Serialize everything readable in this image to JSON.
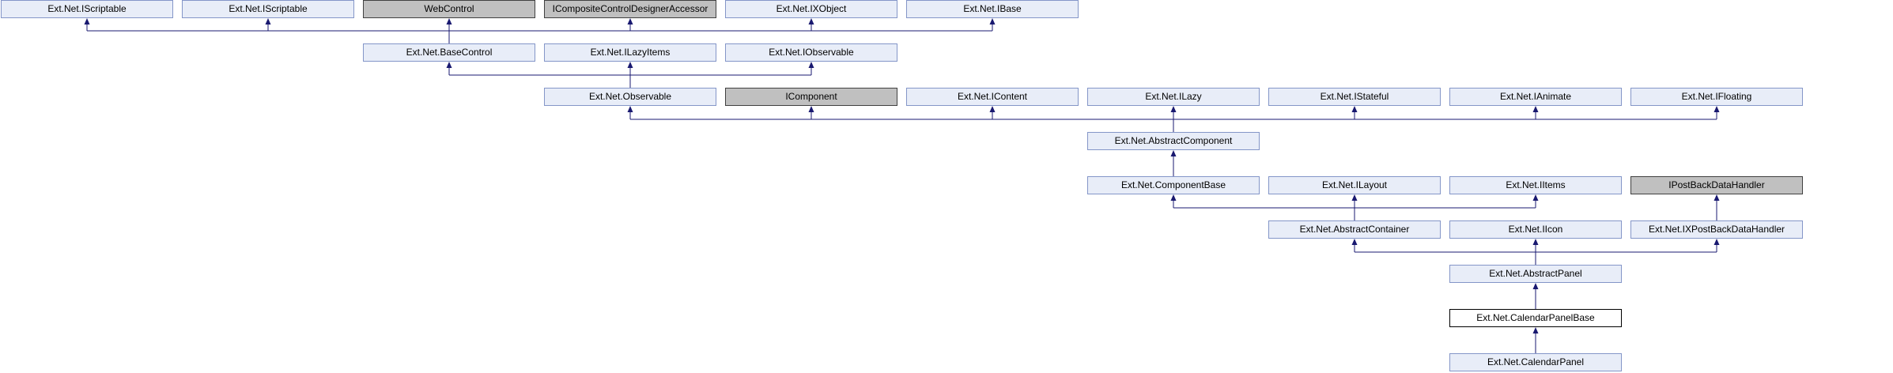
{
  "diagram": {
    "type": "class-inheritance-graph",
    "colors": {
      "node_fill": "#e8edf8",
      "node_border": "#8496c8",
      "external_fill": "#c0c0c0",
      "external_border": "#404040",
      "current_fill": "#ffffff",
      "current_border": "#000000",
      "edge": "#191970"
    },
    "nodes": [
      {
        "id": "n1",
        "label": "Ext.Net.IScriptable",
        "kind": "normal"
      },
      {
        "id": "n2",
        "label": "Ext.Net.IScriptable",
        "kind": "normal"
      },
      {
        "id": "n3",
        "label": "WebControl",
        "kind": "external"
      },
      {
        "id": "n4",
        "label": "ICompositeControlDesignerAccessor",
        "kind": "external"
      },
      {
        "id": "n5",
        "label": "Ext.Net.IXObject",
        "kind": "normal"
      },
      {
        "id": "n6",
        "label": "Ext.Net.IBase",
        "kind": "normal"
      },
      {
        "id": "n7",
        "label": "Ext.Net.BaseControl",
        "kind": "normal"
      },
      {
        "id": "n8",
        "label": "Ext.Net.ILazyItems",
        "kind": "normal"
      },
      {
        "id": "n9",
        "label": "Ext.Net.IObservable",
        "kind": "normal"
      },
      {
        "id": "n10",
        "label": "Ext.Net.Observable",
        "kind": "normal"
      },
      {
        "id": "n11",
        "label": "IComponent",
        "kind": "external"
      },
      {
        "id": "n12",
        "label": "Ext.Net.IContent",
        "kind": "normal"
      },
      {
        "id": "n13",
        "label": "Ext.Net.ILazy",
        "kind": "normal"
      },
      {
        "id": "n14",
        "label": "Ext.Net.IStateful",
        "kind": "normal"
      },
      {
        "id": "n15",
        "label": "Ext.Net.IAnimate",
        "kind": "normal"
      },
      {
        "id": "n16",
        "label": "Ext.Net.IFloating",
        "kind": "normal"
      },
      {
        "id": "n17",
        "label": "Ext.Net.AbstractComponent",
        "kind": "normal"
      },
      {
        "id": "n18",
        "label": "Ext.Net.ComponentBase",
        "kind": "normal"
      },
      {
        "id": "n19",
        "label": "Ext.Net.ILayout",
        "kind": "normal"
      },
      {
        "id": "n20",
        "label": "Ext.Net.IItems",
        "kind": "normal"
      },
      {
        "id": "n21",
        "label": "IPostBackDataHandler",
        "kind": "external"
      },
      {
        "id": "n22",
        "label": "Ext.Net.AbstractContainer",
        "kind": "normal"
      },
      {
        "id": "n23",
        "label": "Ext.Net.IIcon",
        "kind": "normal"
      },
      {
        "id": "n24",
        "label": "Ext.Net.IXPostBackDataHandler",
        "kind": "normal"
      },
      {
        "id": "n25",
        "label": "Ext.Net.AbstractPanel",
        "kind": "normal"
      },
      {
        "id": "n26",
        "label": "Ext.Net.CalendarPanelBase",
        "kind": "current"
      },
      {
        "id": "n27",
        "label": "Ext.Net.CalendarPanel",
        "kind": "normal"
      }
    ],
    "edges": [
      {
        "from": "n7",
        "to": [
          "n1",
          "n2",
          "n3",
          "n4",
          "n5",
          "n6"
        ]
      },
      {
        "from": "n10",
        "to": [
          "n7",
          "n8",
          "n9"
        ]
      },
      {
        "from": "n17",
        "to": [
          "n10",
          "n11",
          "n12",
          "n13",
          "n14",
          "n15",
          "n16"
        ]
      },
      {
        "from": "n18",
        "to": [
          "n17"
        ]
      },
      {
        "from": "n22",
        "to": [
          "n18",
          "n19",
          "n20"
        ]
      },
      {
        "from": "n24",
        "to": [
          "n21"
        ]
      },
      {
        "from": "n25",
        "to": [
          "n22",
          "n23",
          "n24"
        ]
      },
      {
        "from": "n26",
        "to": [
          "n25"
        ]
      },
      {
        "from": "n27",
        "to": [
          "n26"
        ]
      }
    ]
  }
}
